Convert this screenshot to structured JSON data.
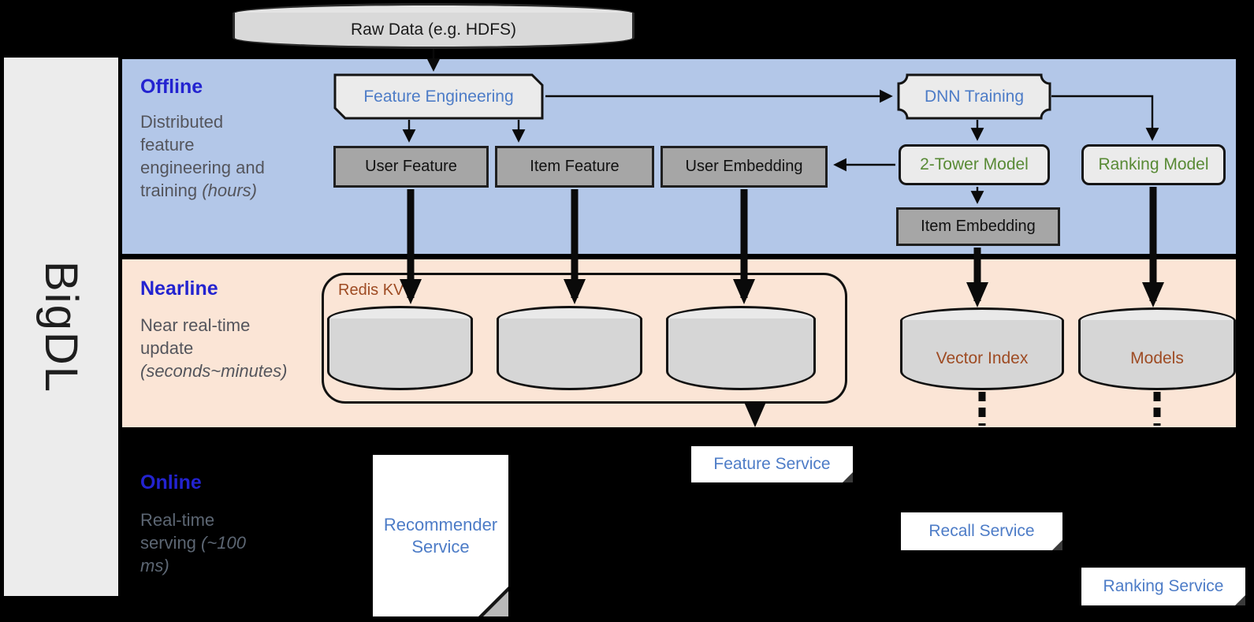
{
  "sidebar": {
    "logo": "BigDL"
  },
  "sections": {
    "offline": {
      "label": "Offline",
      "desc": "Distributed feature engineering and training",
      "time": "(hours)"
    },
    "nearline": {
      "label": "Nearline",
      "desc": "Near real-time update",
      "time": "(seconds~minutes)"
    },
    "online": {
      "label": "Online",
      "desc": "Real-time serving",
      "time": "(~100 ms)"
    }
  },
  "nodes": {
    "raw_data": {
      "label": "Raw Data (e.g. HDFS)"
    },
    "feature_engineering": {
      "label": "Feature Engineering"
    },
    "dnn_training": {
      "label": "DNN Training"
    },
    "user_feature": {
      "label": "User Feature"
    },
    "item_feature": {
      "label": "Item Feature"
    },
    "user_embedding": {
      "label": "User Embedding"
    },
    "two_tower_model": {
      "label": "2-Tower Model"
    },
    "ranking_model": {
      "label": "Ranking Model"
    },
    "item_embedding": {
      "label": "Item Embedding"
    },
    "redis_kv": {
      "label": "Redis KV"
    },
    "vector_index": {
      "label": "Vector Index"
    },
    "models": {
      "label": "Models"
    },
    "feature_service": {
      "label": "Feature Service"
    },
    "recall_service": {
      "label": "Recall Service"
    },
    "ranking_service": {
      "label": "Ranking Service"
    },
    "recommender_service": {
      "label": "Recommender Service"
    }
  },
  "colors": {
    "offline_band": "#b3c7e8",
    "nearline_band": "#fbe5d6",
    "online_band": "#000000",
    "section_label_blue": "#2323d0",
    "node_text_blue": "#4d7cc7",
    "node_text_green": "#588a35",
    "storage_text_brown": "#9e4b23",
    "gray_box_fill": "#a6a6a6"
  }
}
